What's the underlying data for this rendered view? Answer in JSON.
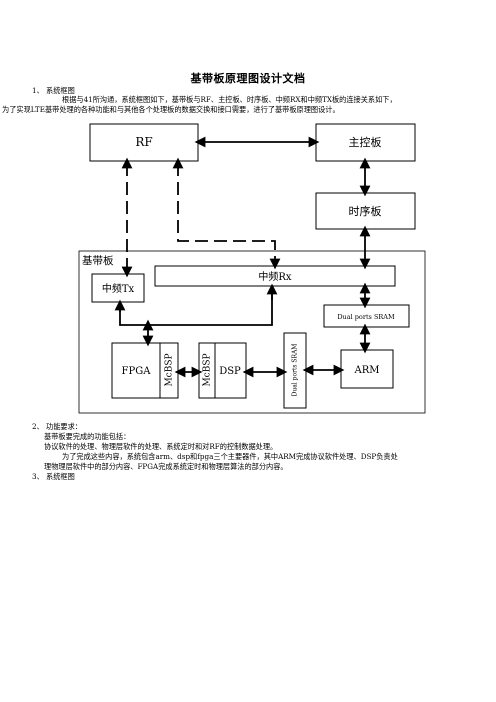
{
  "title": "基带板原理图设计文档",
  "section1": {
    "heading": "1、  系统框图",
    "para_line1": "根据与41所沟通，系统框图如下，基带板与RF、主控板、时序板、中频RX和中频TX板的连接关系如下，",
    "para_line2": "为了实现LTE基带处理的各种功能和与其他各个处理板的数据交换和接口需要，进行了基带板原理图设计。"
  },
  "diagram": {
    "rf": "RF",
    "main_board": "主控板",
    "timing_board": "时序板",
    "baseband_board": "基带板",
    "if_tx": "中频Tx",
    "if_rx": "中频Rx",
    "dual_sram_top": "Dual  ports SRAM",
    "fpga": "FPGA",
    "mcbsp_fpga": "McBSP",
    "mcbsp_dsp": "McBSP",
    "dsp": "DSP",
    "dual_sram_vertical": "Dual  ports SRAM",
    "arm": "ARM"
  },
  "section2": {
    "heading": "2、  功能要求：",
    "line1": "基带板要完成的功能包括：",
    "line2": "协议软件的处理、物理层软件的处理、系统定时和对RF的控制数据处理。",
    "line3": "为了完成这些内容，系统包含arm、dsp和fpga三个主要器件，其中ARM完成协议软件处理、DSP负责处",
    "line4": "理物理层软件中的部分内容、FPGA完成系统定时和物理层算法的部分内容。"
  },
  "section3": {
    "heading": "3、  系统框图"
  }
}
